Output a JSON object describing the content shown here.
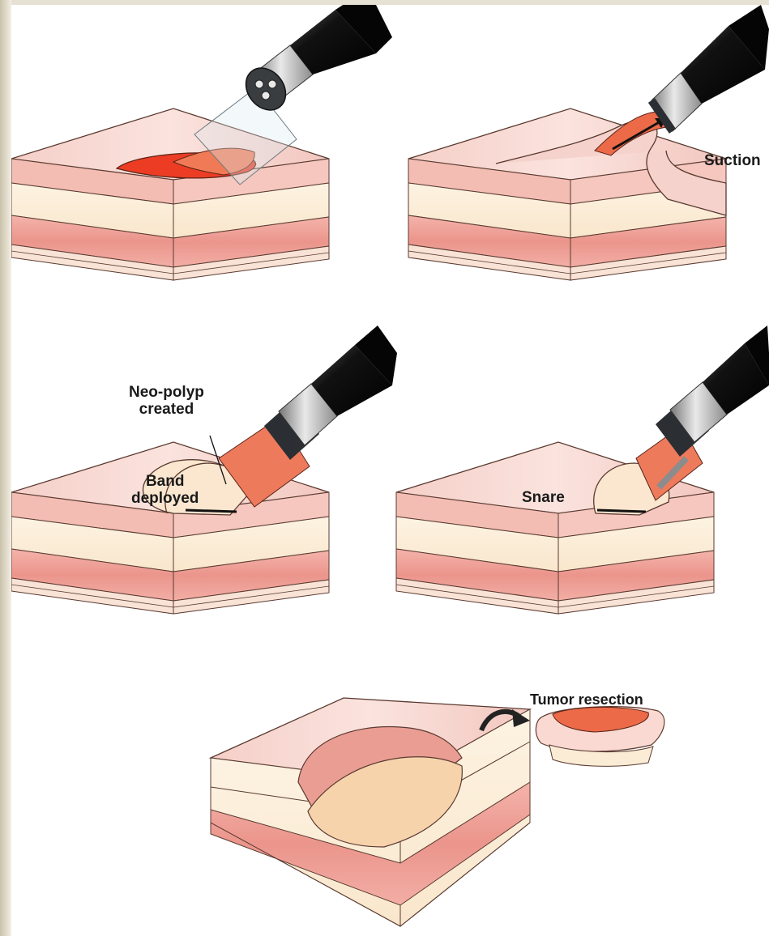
{
  "labels": {
    "suction": "Suction",
    "neo_polyp": "Neo-polyp\ncreated",
    "band_deployed": "Band\ndeployed",
    "snare": "Snare",
    "tumor_resection": "Tumor resection"
  },
  "colors": {
    "mucosa_top": "#f6d2cc",
    "mucosa_side": "#f3c1b8",
    "submucosa": "#fbecd6",
    "muscularis": "#ee9e96",
    "serosa": "#f8e6da",
    "lesion": "#ec3d24",
    "lesion_light": "#f07a55",
    "scope_black": "#111111",
    "scope_grey": "#bdbdbd",
    "scope_ring": "#2b2f33",
    "outline": "#4a2a22",
    "background": "#ffffff"
  }
}
